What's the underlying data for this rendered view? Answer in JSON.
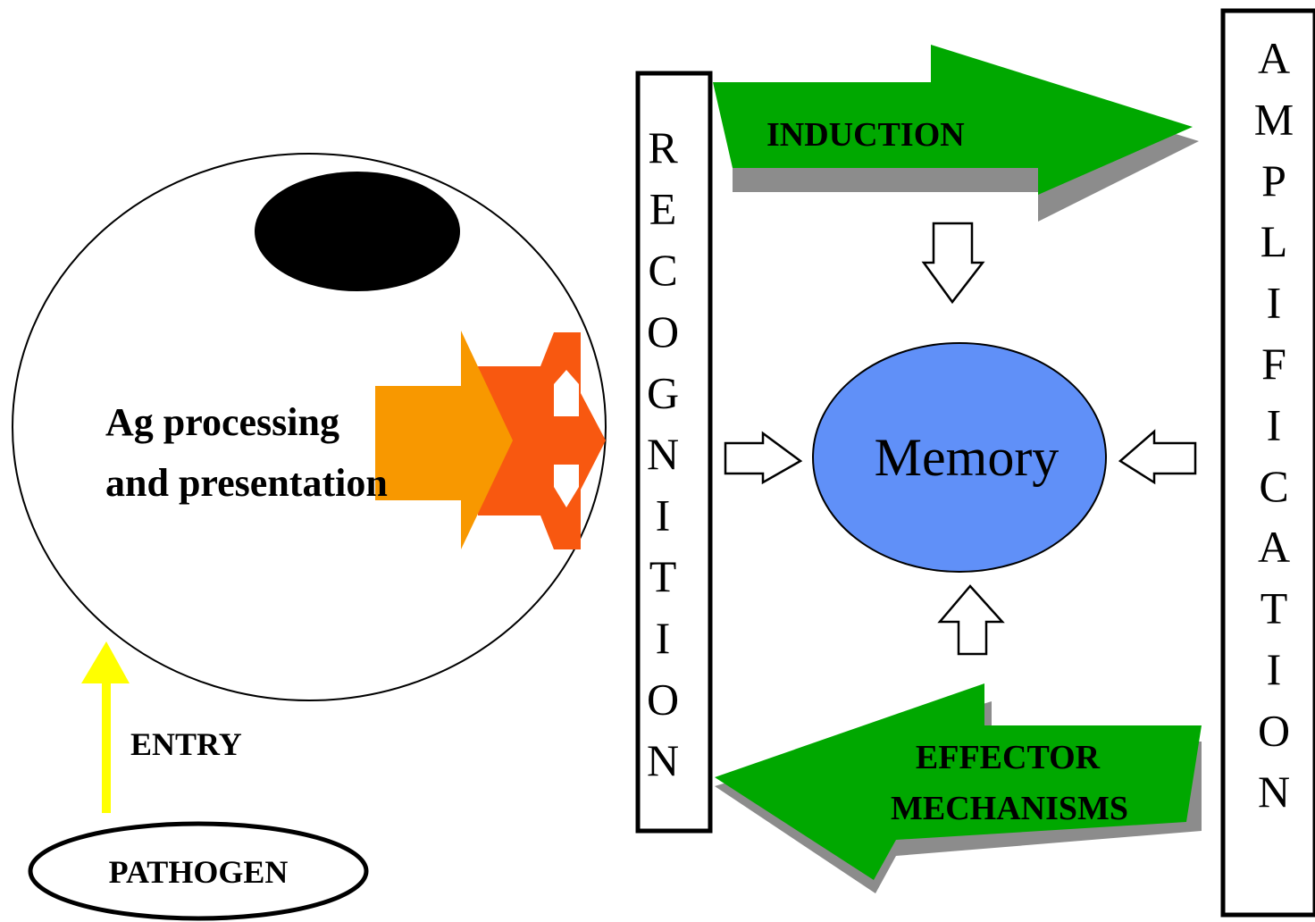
{
  "cell": {
    "label_line1": "Ag processing",
    "label_line2": "and presentation"
  },
  "entry": {
    "label": "ENTRY"
  },
  "pathogen": {
    "label": "PATHOGEN"
  },
  "recognition": {
    "letters": [
      "R",
      "E",
      "C",
      "O",
      "G",
      "N",
      "I",
      "T",
      "I",
      "O",
      "N"
    ]
  },
  "amplification": {
    "letters": [
      "A",
      "M",
      "P",
      "L",
      "I",
      "F",
      "I",
      "C",
      "A",
      "T",
      "I",
      "O",
      "N"
    ]
  },
  "induction": {
    "label": "INDUCTION"
  },
  "effector": {
    "label_line1": "EFFECTOR",
    "label_line2": "MECHANISMS"
  },
  "memory": {
    "label": "Memory"
  },
  "colors": {
    "green_arrow": "#00a800",
    "arrow_shadow": "#8c8c8c",
    "memory_fill": "#6090f8",
    "orange": "#f89800",
    "red_orange": "#f85810",
    "yellow": "#ffff00",
    "nucleus": "#000000"
  }
}
